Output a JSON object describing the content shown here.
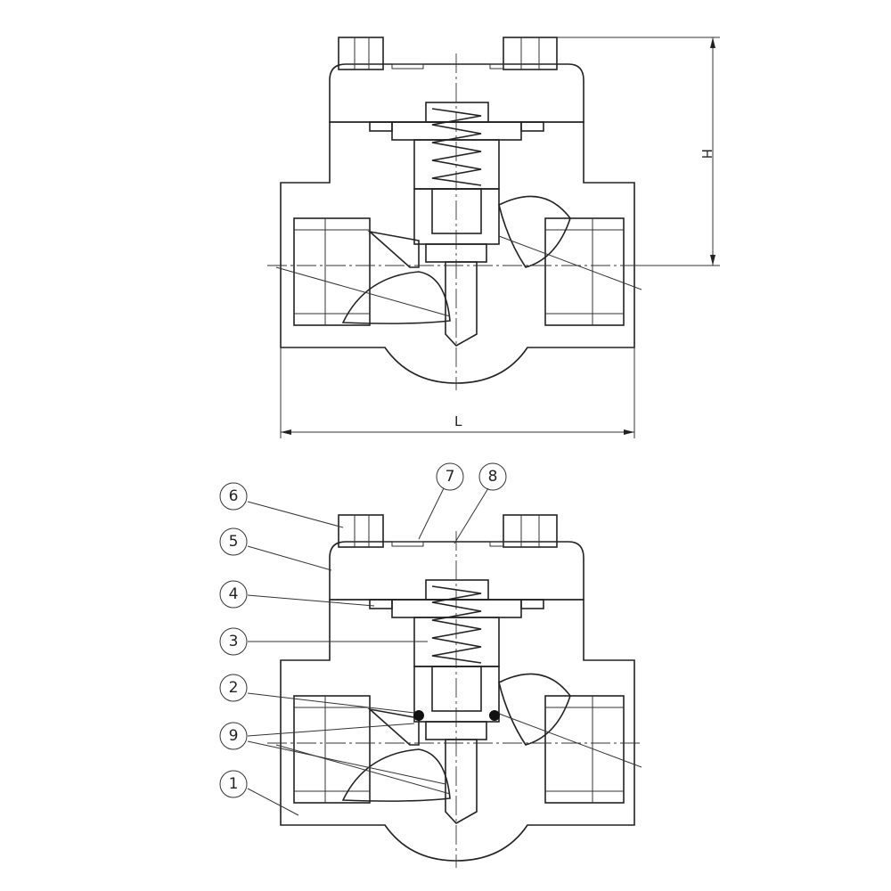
{
  "title": "Forged steel piston check valve sectional drawing",
  "dimensions": {
    "height_label": "H",
    "length_label": "L"
  },
  "balloons": [
    {
      "id": "6",
      "label": "6"
    },
    {
      "id": "5",
      "label": "5"
    },
    {
      "id": "4",
      "label": "4"
    },
    {
      "id": "3",
      "label": "3"
    },
    {
      "id": "2",
      "label": "2"
    },
    {
      "id": "9",
      "label": "9"
    },
    {
      "id": "1",
      "label": "1"
    },
    {
      "id": "7",
      "label": "7"
    },
    {
      "id": "8",
      "label": "8"
    }
  ]
}
